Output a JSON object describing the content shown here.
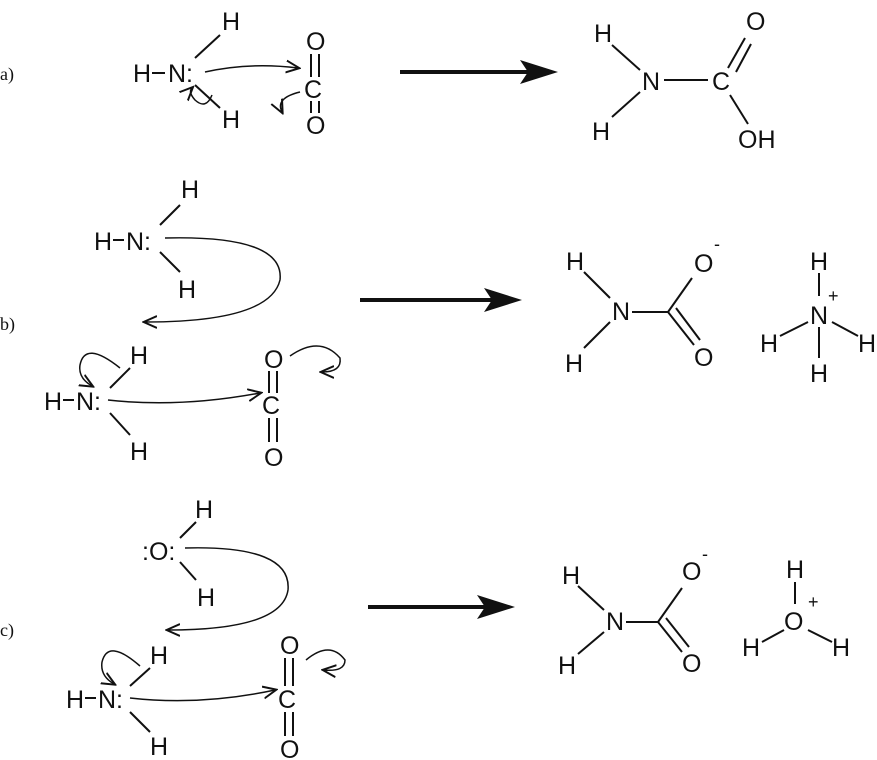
{
  "panels": {
    "a": {
      "label": "a)",
      "reactant": [
        "H",
        "H",
        "N:",
        "H",
        "O",
        "C",
        "O"
      ],
      "product": [
        "H",
        "N",
        "C",
        "O",
        "H",
        "OH"
      ]
    },
    "b": {
      "label": "b)",
      "reactant": [
        "H",
        "H",
        "N:",
        "H",
        "H",
        "H",
        "N:",
        "H",
        "O",
        "C",
        "O"
      ],
      "product": [
        "H",
        "N",
        "O",
        "-",
        "O",
        "H",
        "H",
        "N",
        "+",
        "H",
        "H",
        "H"
      ]
    },
    "c": {
      "label": "c)",
      "reactant": [
        ":O:",
        "H",
        "H",
        "H",
        "H",
        "N:",
        "H",
        "O",
        "C",
        "O"
      ],
      "product": [
        "H",
        "N",
        "O",
        "-",
        "O",
        "H",
        "H",
        "O",
        "+",
        "H",
        "H"
      ]
    }
  }
}
